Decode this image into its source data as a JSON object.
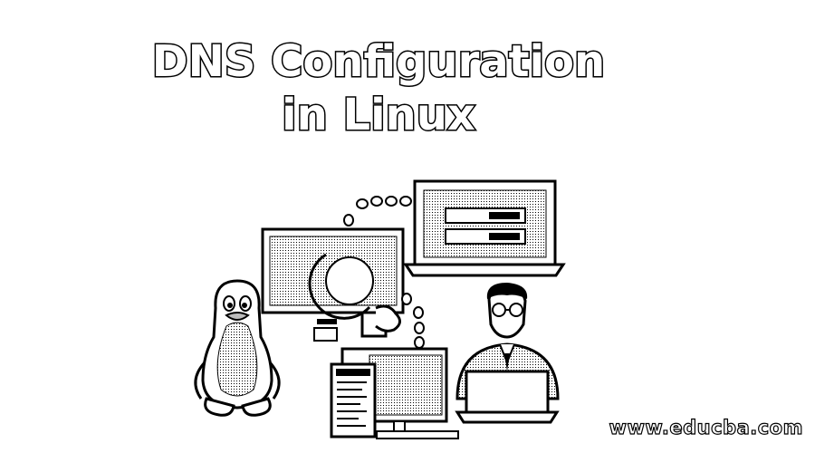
{
  "title": {
    "line1": "DNS Configuration",
    "line2": "in Linux"
  },
  "watermark": "www.educba.com",
  "icons": [
    "tux-penguin-icon",
    "desktop-monitor-icon",
    "laptop-icon",
    "server-terminal-icon",
    "user-at-laptop-icon",
    "connection-dots-icon"
  ],
  "colors": {
    "ink": "#000000",
    "paper": "#ffffff",
    "shade": "#bdbdbd"
  }
}
